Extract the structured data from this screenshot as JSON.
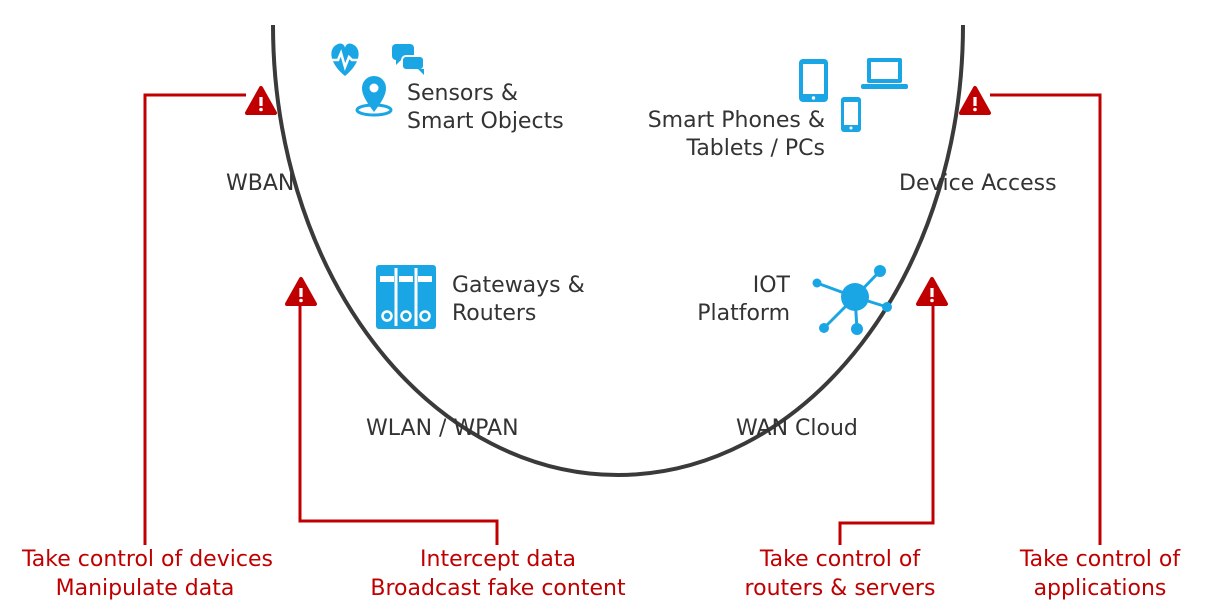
{
  "nodes": {
    "sensors": {
      "line1": "Sensors &",
      "line2": "Smart Objects"
    },
    "phones": {
      "line1": "Smart Phones &",
      "line2": "Tablets / PCs"
    },
    "gateways": {
      "line1": "Gateways &",
      "line2": "Routers"
    },
    "iot": {
      "line1": "IOT",
      "line2": "Platform"
    }
  },
  "networks": {
    "wban": "WBAN",
    "device_access": "Device Access",
    "wlan": "WLAN / WPAN",
    "wan": "WAN Cloud"
  },
  "threats": {
    "devices": {
      "line1": "Take control of devices",
      "line2": "Manipulate data"
    },
    "intercept": {
      "line1": "Intercept data",
      "line2": "Broadcast fake content"
    },
    "routers": {
      "line1": "Take control of",
      "line2": "routers & servers"
    },
    "applications": {
      "line1": "Take control of",
      "line2": "applications"
    }
  },
  "icons": {
    "heart": "heart-monitor-icon",
    "chat": "chat-bubbles-icon",
    "pin": "location-pin-icon",
    "tablet": "tablet-icon",
    "laptop": "laptop-icon",
    "phone": "smartphone-icon",
    "server": "server-rack-icon",
    "network": "network-hub-icon",
    "warning": "warning-icon"
  },
  "colors": {
    "icon_blue": "#1aa6e4",
    "threat_red": "#c00000",
    "ring_dark": "#3a3a3a",
    "text_dark": "#333333"
  }
}
